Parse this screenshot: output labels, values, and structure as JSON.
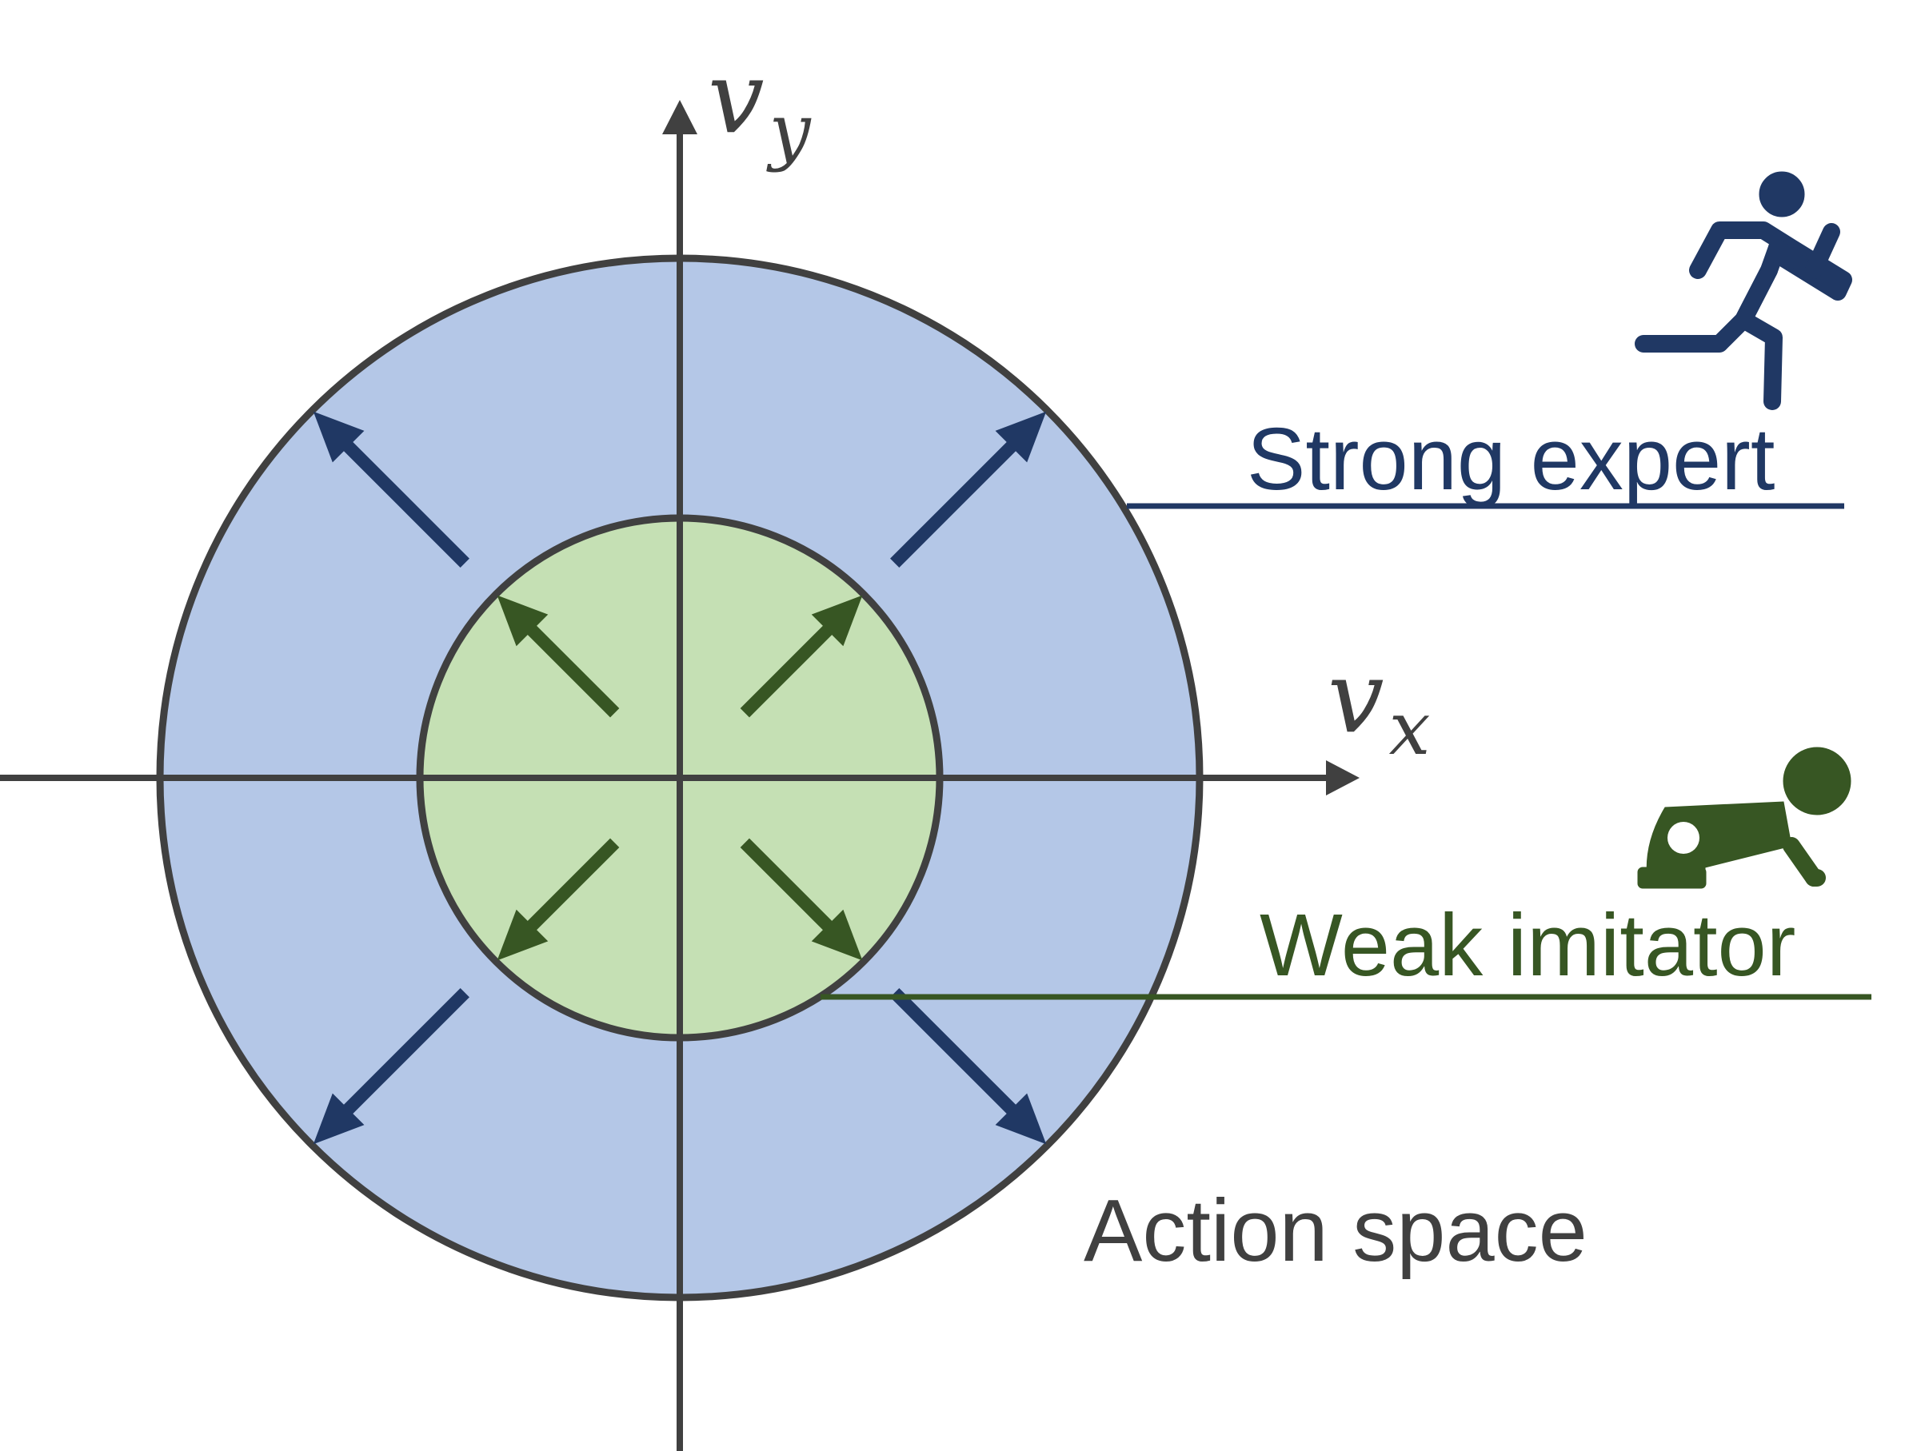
{
  "axes": {
    "x_label": {
      "main": "v",
      "sub": "x"
    },
    "y_label": {
      "main": "v",
      "sub": "y"
    }
  },
  "regions": {
    "outer": {
      "label": "Strong expert",
      "fill": "#b4c7e7",
      "arrow_color": "#203864",
      "label_color": "#203864"
    },
    "inner": {
      "label": "Weak imitator",
      "fill": "#c5e0b4",
      "arrow_color": "#375623",
      "label_color": "#375623"
    }
  },
  "space_label": "Action space",
  "colors": {
    "outline": "#404040",
    "text": "#404040"
  },
  "icons": {
    "expert": "running-person-icon",
    "imitator": "crawling-baby-icon"
  }
}
